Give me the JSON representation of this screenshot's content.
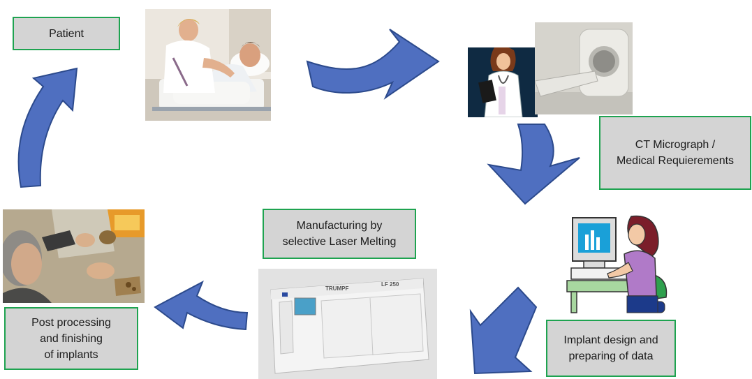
{
  "diagram": {
    "colors": {
      "arrow_fill": "#4f6fc0",
      "arrow_stroke": "#2c4a8c",
      "box_fill": "#d4d4d4",
      "box_border": "#1ea350"
    },
    "nodes": {
      "patient": {
        "label": "Patient"
      },
      "ct": {
        "label": "CT Micrograph /\nMedical Requierements"
      },
      "implant_design": {
        "label": "Implant design and\npreparing of data"
      },
      "manufacturing": {
        "label": "Manufacturing by\nselective Laser Melting"
      },
      "post_processing": {
        "label": "Post processing\nand finishing\nof implants"
      }
    },
    "machine": {
      "brand": "TRUMPF",
      "model": "LF 250"
    },
    "flow": [
      "patient",
      "ct",
      "implant_design",
      "manufacturing",
      "post_processing",
      "patient"
    ]
  }
}
